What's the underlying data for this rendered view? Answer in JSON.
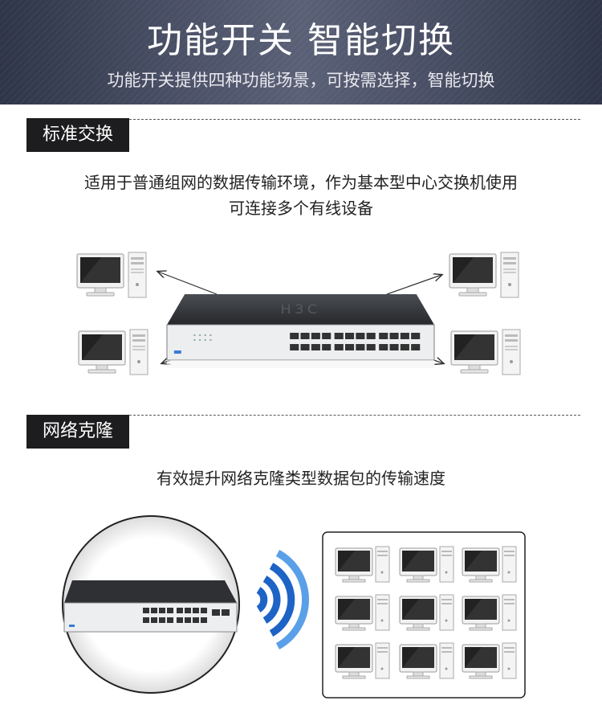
{
  "header": {
    "title": "功能开关 智能切换",
    "subtitle": "功能开关提供四种功能场景，可按需选择，智能切换"
  },
  "section1": {
    "label": "标准交换",
    "desc_line1": "适用于普通组网的数据传输环境，作为基本型中心交换机使用",
    "desc_line2": "可连接多个有线设备"
  },
  "section2": {
    "label": "网络克隆",
    "desc": "有效提升网络克隆类型数据包的传输速度"
  },
  "switch": {
    "brand": "H3C"
  },
  "colors": {
    "banner_dark": "#2f3548",
    "label_bg": "#1d1d1f",
    "wifi_blue": "#1e63c6"
  }
}
